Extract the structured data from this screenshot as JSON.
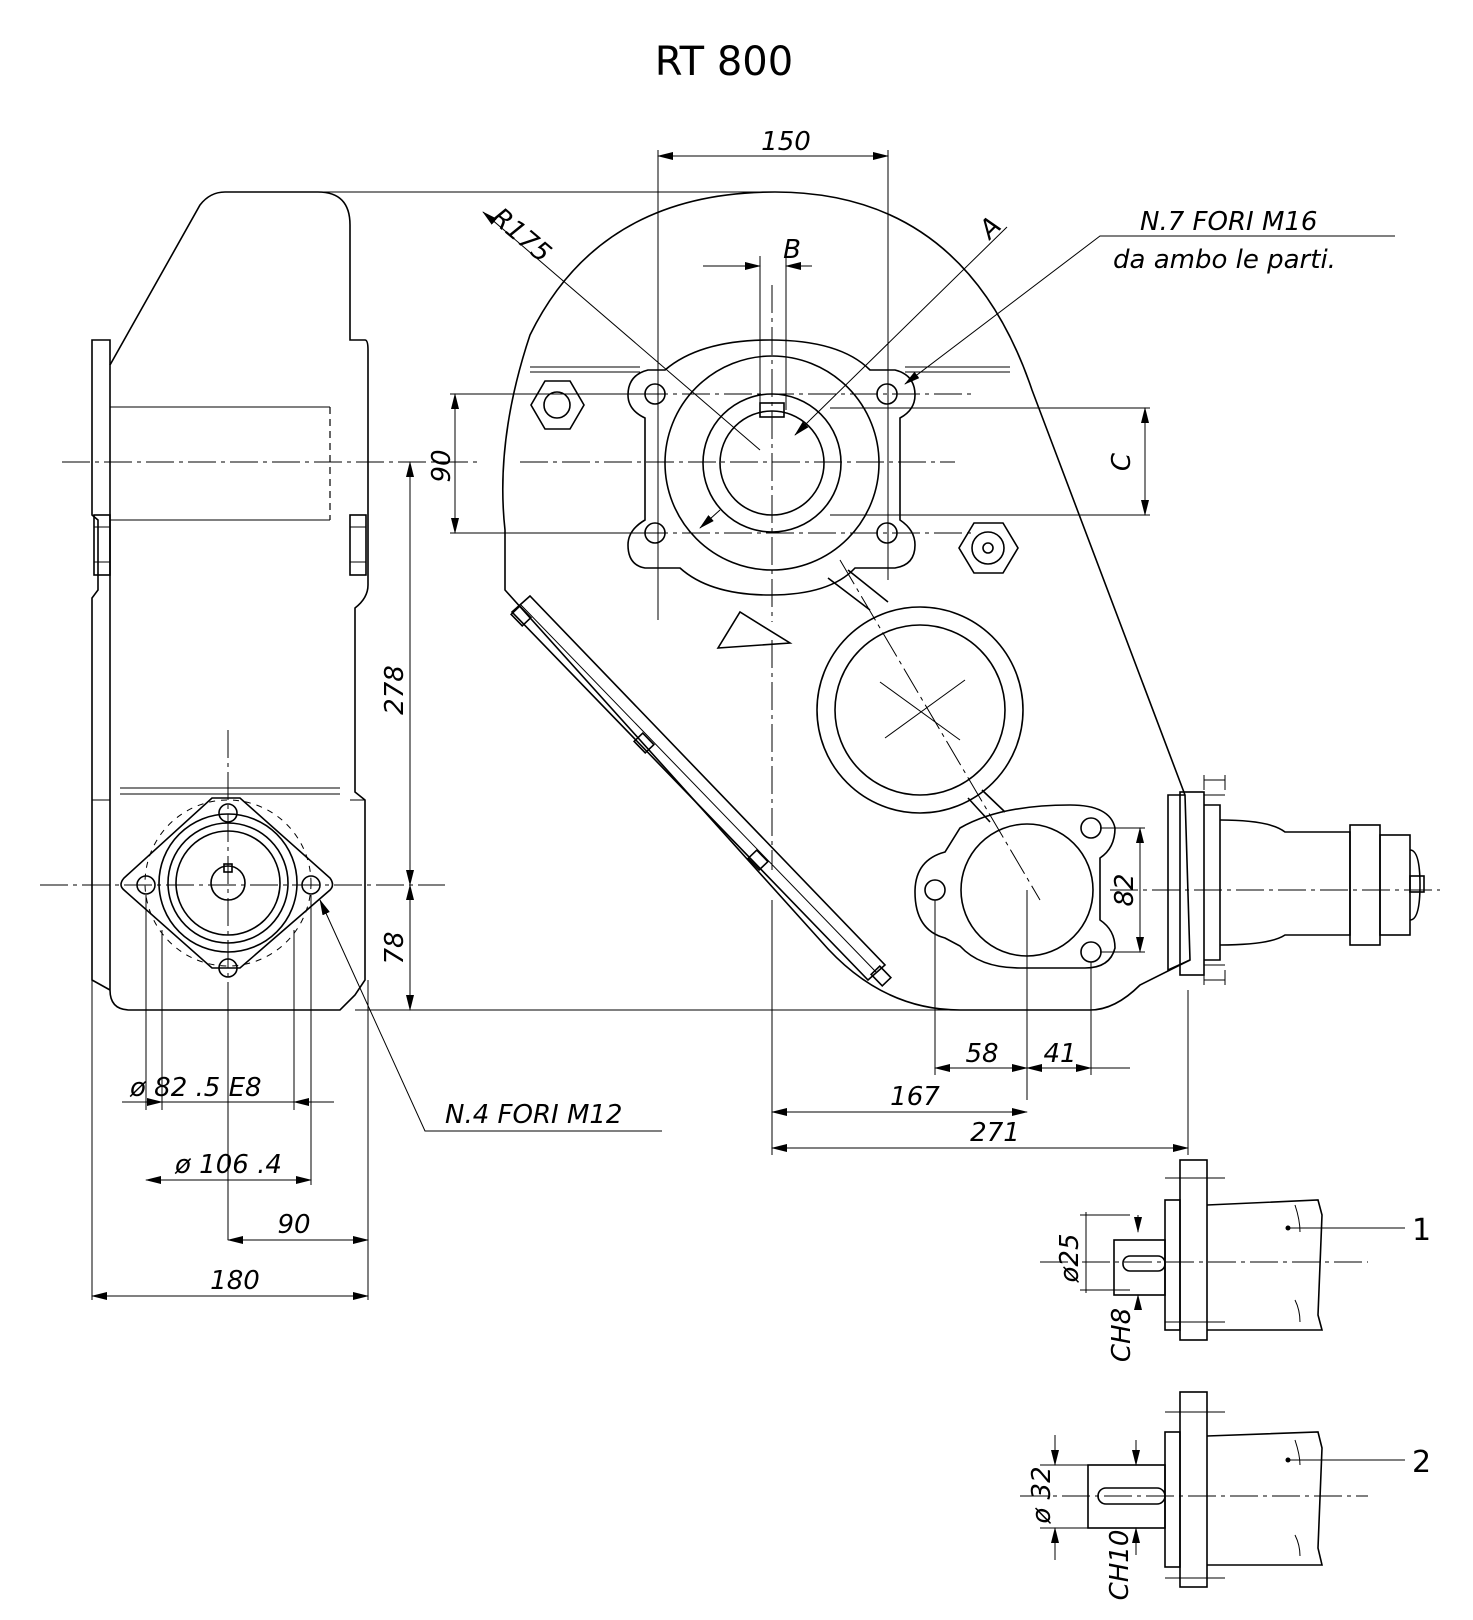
{
  "title": "RT 800",
  "dimensions": {
    "d150": "150",
    "r175": "R175",
    "a": "A",
    "b": "B",
    "c": "C",
    "d90v": "90",
    "d278": "278",
    "d78": "78",
    "d82": "82",
    "d58": "58",
    "d41": "41",
    "d167": "167",
    "d271": "271",
    "dia825": "ø 82 .5  E8",
    "dia1064": "ø 106 .4",
    "d90h": "90",
    "d180": "180",
    "dia25": "ø25",
    "ch8": "CH8",
    "dia32": "ø 32",
    "ch10": "CH10"
  },
  "notes": {
    "holes_m16_line1": "N.7 FORI M16",
    "holes_m16_line2": "da ambo le parti.",
    "holes_m12": "N.4 FORI M12"
  },
  "callouts": {
    "one": "1",
    "two": "2"
  }
}
